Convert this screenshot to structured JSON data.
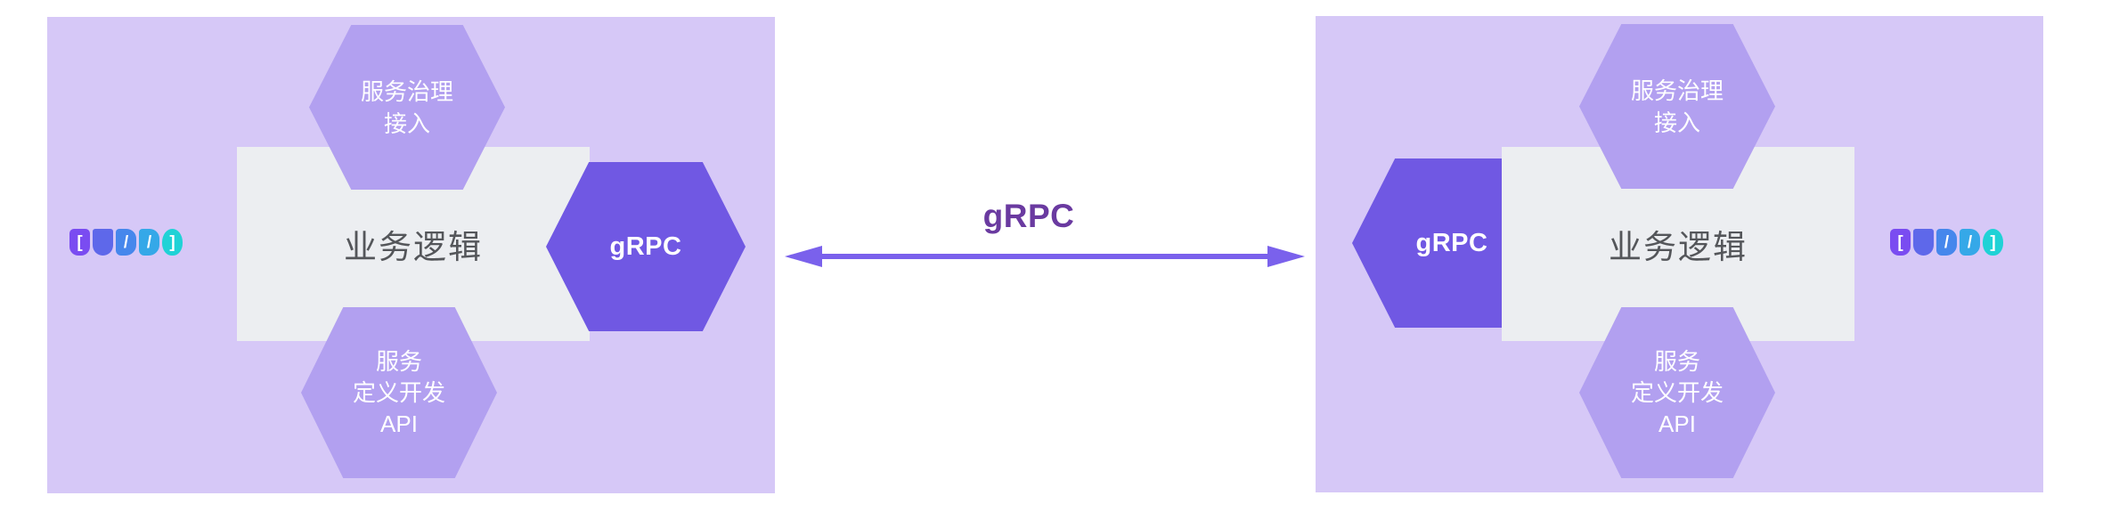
{
  "colors": {
    "background": "#ffffff",
    "app_box": "#d6c8f7",
    "hexagon_light": "#b2a0f0",
    "hexagon_dark": "#7058e3",
    "panel": "#eceef1",
    "business_text": "#54565a",
    "arrow": "#7a61ec",
    "connection_label": "#6a3aa0"
  },
  "connection": {
    "label": "gRPC"
  },
  "left_app": {
    "logo": {
      "text": "DUBBO",
      "letters": [
        {
          "glyph": "[",
          "color": "#7a4cf1"
        },
        {
          "glyph": "",
          "color": "#5e68ea"
        },
        {
          "glyph": "/",
          "color": "#4687ec"
        },
        {
          "glyph": "/",
          "color": "#35a8e8"
        },
        {
          "glyph": "]",
          "color": "#1fd2d6"
        }
      ]
    },
    "business_logic": {
      "label": "业务逻辑"
    },
    "governance_hex": {
      "line1": "服务治理",
      "line2": "接入"
    },
    "api_hex": {
      "line1": "服务",
      "line2": "定义开发",
      "line3": "API"
    },
    "grpc_hex": {
      "label": "gRPC"
    }
  },
  "right_app": {
    "logo": {
      "text": "DUBBO",
      "letters": [
        {
          "glyph": "[",
          "color": "#7a4cf1"
        },
        {
          "glyph": "",
          "color": "#5e68ea"
        },
        {
          "glyph": "/",
          "color": "#4687ec"
        },
        {
          "glyph": "/",
          "color": "#35a8e8"
        },
        {
          "glyph": "]",
          "color": "#1fd2d6"
        }
      ]
    },
    "business_logic": {
      "label": "业务逻辑"
    },
    "governance_hex": {
      "line1": "服务治理",
      "line2": "接入"
    },
    "api_hex": {
      "line1": "服务",
      "line2": "定义开发",
      "line3": "API"
    },
    "grpc_hex": {
      "label": "gRPC"
    }
  }
}
